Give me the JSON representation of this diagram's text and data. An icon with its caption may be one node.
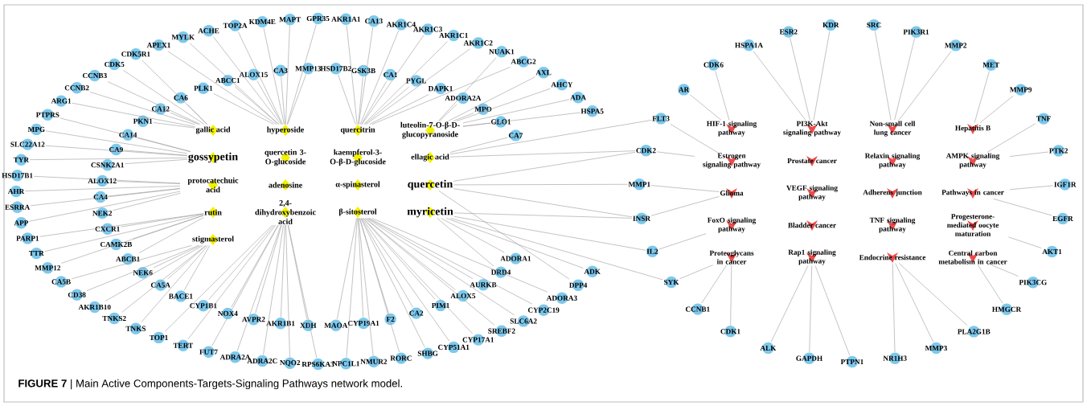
{
  "diagram": {
    "caption": "**FIGURE 7** | Main Active Components-Targets-Signaling Pathways network model.",
    "nodes": [
      {
        "text": [
          "GPR35"
        ]
      },
      {
        "text": [
          "AKR1A1"
        ]
      },
      {
        "text": [
          "CA13"
        ]
      },
      {
        "text": [
          "AKR1C4"
        ]
      },
      {
        "text": [
          "AKR1C3"
        ]
      },
      {
        "text": [
          "AKR1C1"
        ]
      },
      {
        "text": [
          "AKR1C2"
        ]
      },
      {
        "text": [
          "NUAK1"
        ]
      },
      {
        "text": [
          "ABCG2"
        ]
      },
      {
        "text": [
          "AXL"
        ]
      },
      {
        "text": [
          "AHCY"
        ]
      },
      {
        "text": [
          "ADA"
        ]
      },
      {
        "text": [
          "HSPA5"
        ]
      },
      {
        "text": [
          "ADK"
        ]
      },
      {
        "text": [
          "DPP4"
        ]
      },
      {
        "text": [
          "ADORA3"
        ]
      },
      {
        "text": [
          "CYP2C19"
        ]
      },
      {
        "text": [
          "SLC6A2"
        ]
      },
      {
        "text": [
          "SREBF2"
        ]
      },
      {
        "text": [
          "CYP17A1"
        ]
      },
      {
        "text": [
          "CYP51A1"
        ]
      },
      {
        "text": [
          "SHBG"
        ]
      },
      {
        "text": [
          "RORC"
        ]
      },
      {
        "text": [
          "NMUR2"
        ]
      },
      {
        "text": [
          "NPC1L1"
        ]
      },
      {
        "text": [
          "RPS6KA3"
        ]
      },
      {
        "text": [
          "NQO2"
        ]
      },
      {
        "text": [
          "ADRA2C"
        ]
      },
      {
        "text": [
          "ADRA2A"
        ]
      },
      {
        "text": [
          "FUT7"
        ]
      },
      {
        "text": [
          "TERT"
        ]
      },
      {
        "text": [
          "TOP1"
        ]
      },
      {
        "text": [
          "TNKS"
        ]
      },
      {
        "text": [
          "TNKS2"
        ]
      },
      {
        "text": [
          "AKR1B10"
        ]
      },
      {
        "text": [
          "CD38"
        ]
      },
      {
        "text": [
          "CA5B"
        ]
      },
      {
        "text": [
          "MMP12"
        ]
      },
      {
        "text": [
          "TTR"
        ]
      },
      {
        "text": [
          "PARP1"
        ]
      },
      {
        "text": [
          "APP"
        ]
      },
      {
        "text": [
          "ESRRA"
        ]
      },
      {
        "text": [
          "AHR"
        ]
      },
      {
        "text": [
          "HSD17B1"
        ]
      },
      {
        "text": [
          "TYR"
        ]
      },
      {
        "text": [
          "SLC22A12"
        ]
      },
      {
        "text": [
          "MPG"
        ]
      },
      {
        "text": [
          "PTPRS"
        ]
      },
      {
        "text": [
          "ARG1"
        ]
      },
      {
        "text": [
          "CCNB2"
        ]
      },
      {
        "text": [
          "CCNB3"
        ]
      },
      {
        "text": [
          "CDK5"
        ]
      },
      {
        "text": [
          "CDK5R1"
        ]
      },
      {
        "text": [
          "APEX1"
        ]
      },
      {
        "text": [
          "MYLK"
        ]
      },
      {
        "text": [
          "ACHE"
        ]
      },
      {
        "text": [
          "TOP2A"
        ]
      },
      {
        "text": [
          "KDM4E"
        ]
      },
      {
        "text": [
          "MAPT"
        ]
      },
      {
        "text": [
          "CA3"
        ]
      },
      {
        "text": [
          "MMP13"
        ]
      },
      {
        "text": [
          "HSD17B2"
        ]
      },
      {
        "text": [
          "GSK3B"
        ]
      },
      {
        "text": [
          "CA1"
        ]
      },
      {
        "text": [
          "PYGL"
        ]
      },
      {
        "text": [
          "DAPK1"
        ]
      },
      {
        "text": [
          "ADORA2A"
        ]
      },
      {
        "text": [
          "MPO"
        ]
      },
      {
        "text": [
          "GLO1"
        ]
      },
      {
        "text": [
          "CA7"
        ]
      },
      {
        "text": [
          "ADORA1"
        ]
      },
      {
        "text": [
          "DRD4"
        ]
      },
      {
        "text": [
          "AURKB"
        ]
      },
      {
        "text": [
          "ALOX5"
        ]
      },
      {
        "text": [
          "PIM1"
        ]
      },
      {
        "text": [
          "CA2"
        ]
      },
      {
        "text": [
          "F2"
        ]
      },
      {
        "text": [
          "CYP19A1"
        ]
      },
      {
        "text": [
          "MAOA"
        ]
      },
      {
        "text": [
          "XDH"
        ]
      },
      {
        "text": [
          "AKR1B1"
        ]
      },
      {
        "text": [
          "AVPR2"
        ]
      },
      {
        "text": [
          "NOX4"
        ]
      },
      {
        "text": [
          "CYP1B1"
        ]
      },
      {
        "text": [
          "BACE1"
        ]
      },
      {
        "text": [
          "CA5A"
        ]
      },
      {
        "text": [
          "NEK6"
        ]
      },
      {
        "text": [
          "ABCB1"
        ]
      },
      {
        "text": [
          "CAMK2B"
        ]
      },
      {
        "text": [
          "CXCR1"
        ]
      },
      {
        "text": [
          "NEK2"
        ]
      },
      {
        "text": [
          "CA4"
        ]
      },
      {
        "text": [
          "ALOX12"
        ]
      },
      {
        "text": [
          "CSNK2A1"
        ]
      },
      {
        "text": [
          "CA9"
        ]
      },
      {
        "text": [
          "CA14"
        ]
      },
      {
        "text": [
          "PKN1"
        ]
      },
      {
        "text": [
          "CA12"
        ]
      },
      {
        "text": [
          "CA6"
        ]
      },
      {
        "text": [
          "PLK1"
        ]
      },
      {
        "text": [
          "ABCC1"
        ]
      },
      {
        "text": [
          "ALOX15"
        ]
      },
      {
        "text": [
          "gallic acid"
        ]
      },
      {
        "text": [
          "hyperoside"
        ]
      },
      {
        "text": [
          "quercitrin"
        ]
      },
      {
        "text": [
          "luteolin-7-O-β-D-glucopyranoside"
        ]
      },
      {
        "text": [
          "gossypetin"
        ]
      },
      {
        "text": [
          "quercetin 3-O-glucoside"
        ]
      },
      {
        "text": [
          "kaempferol-3-O-β-D-glucoside"
        ]
      },
      {
        "text": [
          "ellagic acid"
        ]
      },
      {
        "text": [
          "protocatechuic acid"
        ]
      },
      {
        "text": [
          "adenosine"
        ]
      },
      {
        "text": [
          "α-spinasterol"
        ]
      },
      {
        "text": [
          "quercetin"
        ]
      },
      {
        "text": [
          "rutin"
        ]
      },
      {
        "text": [
          "2,4-dihydroxybenzoic acid"
        ]
      },
      {
        "text": [
          "β-sitosterol"
        ]
      },
      {
        "text": [
          "myricetin"
        ]
      },
      {
        "text": [
          "stigmasterol"
        ]
      },
      {
        "text": [
          "HSPA1A"
        ]
      },
      {
        "text": [
          "ESR2"
        ]
      },
      {
        "text": [
          "KDR"
        ]
      },
      {
        "text": [
          "SRC"
        ]
      },
      {
        "text": [
          "PIK3R1"
        ]
      },
      {
        "text": [
          "MMP2"
        ]
      },
      {
        "text": [
          "MET"
        ]
      },
      {
        "text": [
          "MMP9"
        ]
      },
      {
        "text": [
          "TNF"
        ]
      },
      {
        "text": [
          "PTK2"
        ]
      },
      {
        "text": [
          "IGF1R"
        ]
      },
      {
        "text": [
          "EGFR"
        ]
      },
      {
        "text": [
          "AKT1"
        ]
      },
      {
        "text": [
          "PIK3CG"
        ]
      },
      {
        "text": [
          "HMGCR"
        ]
      },
      {
        "text": [
          "PLA2G1B"
        ]
      },
      {
        "text": [
          "MMP3"
        ]
      },
      {
        "text": [
          "NR1H3"
        ]
      },
      {
        "text": [
          "PTPN1"
        ]
      },
      {
        "text": [
          "GAPDH"
        ]
      },
      {
        "text": [
          "ALK"
        ]
      },
      {
        "text": [
          "CDK1"
        ]
      },
      {
        "text": [
          "CCNB1"
        ]
      },
      {
        "text": [
          "SYK"
        ]
      },
      {
        "text": [
          "IL2"
        ]
      },
      {
        "text": [
          "INSR"
        ]
      },
      {
        "text": [
          "MMP1"
        ]
      },
      {
        "text": [
          "CDK2"
        ]
      },
      {
        "text": [
          "FLT3"
        ]
      },
      {
        "text": [
          "AR"
        ]
      },
      {
        "text": [
          "CDK6"
        ]
      },
      {
        "text": [
          "HIF-1 signaling pathway"
        ]
      },
      {
        "text": [
          "PI3K-Akt signaling pathway"
        ]
      },
      {
        "text": [
          "Non-small cell lung cancer"
        ]
      },
      {
        "text": [
          "Hepatitis B"
        ]
      },
      {
        "text": [
          "Estrogen signaling pathway"
        ]
      },
      {
        "text": [
          "Prostate cancer"
        ]
      },
      {
        "text": [
          "Relaxin signaling pathway"
        ]
      },
      {
        "text": [
          "AMPK signaling pathway"
        ]
      },
      {
        "text": [
          "Glioma"
        ]
      },
      {
        "text": [
          "VEGF signaling pathway"
        ]
      },
      {
        "text": [
          "Adherens junction"
        ]
      },
      {
        "text": [
          "Pathways in cancer"
        ]
      },
      {
        "text": [
          "FoxO signaling pathway"
        ]
      },
      {
        "text": [
          "Bladder cancer"
        ]
      },
      {
        "text": [
          "TNF signaling pathway"
        ]
      },
      {
        "text": [
          "Progesterone-mediated oocyte maturation"
        ]
      },
      {
        "text": [
          "Proteoglycans in cancer"
        ]
      },
      {
        "text": [
          "Rap1 signaling pathway"
        ]
      },
      {
        "text": [
          "Endocrine resistance"
        ]
      },
      {
        "text": [
          "Central carbon metabolism in cancer"
        ]
      }
    ],
    "edges": [
      {
        "from": 0,
        "to": 103,
        "arrow": "none"
      },
      {
        "from": 1,
        "to": 104,
        "arrow": "none"
      },
      {
        "from": 2,
        "to": 104,
        "arrow": "none"
      },
      {
        "from": 3,
        "to": 104,
        "arrow": "none"
      },
      {
        "from": 4,
        "to": 104,
        "arrow": "none"
      },
      {
        "from": 5,
        "to": 104,
        "arrow": "none"
      },
      {
        "from": 6,
        "to": 104,
        "arrow": "none"
      },
      {
        "from": 7,
        "to": 105,
        "arrow": "none"
      },
      {
        "from": 8,
        "to": 104,
        "arrow": "none"
      },
      {
        "from": 9,
        "to": 105,
        "arrow": "none"
      },
      {
        "from": 10,
        "to": 105,
        "arrow": "none"
      },
      {
        "from": 11,
        "to": 105,
        "arrow": "none"
      },
      {
        "from": 12,
        "to": 105,
        "arrow": "none"
      },
      {
        "from": 13,
        "to": 117,
        "arrow": "none"
      },
      {
        "from": 14,
        "to": 113,
        "arrow": "none"
      },
      {
        "from": 15,
        "to": 116,
        "arrow": "none"
      },
      {
        "from": 16,
        "to": 116,
        "arrow": "none"
      },
      {
        "from": 17,
        "to": 116,
        "arrow": "none"
      },
      {
        "from": 18,
        "to": 116,
        "arrow": "none"
      },
      {
        "from": 19,
        "to": 116,
        "arrow": "none"
      },
      {
        "from": 20,
        "to": 116,
        "arrow": "none"
      },
      {
        "from": 21,
        "to": 116,
        "arrow": "none"
      },
      {
        "from": 22,
        "to": 116,
        "arrow": "none"
      },
      {
        "from": 23,
        "to": 116,
        "arrow": "none"
      },
      {
        "from": 24,
        "to": 116,
        "arrow": "none"
      },
      {
        "from": 25,
        "to": 115,
        "arrow": "none"
      },
      {
        "from": 26,
        "to": 115,
        "arrow": "none"
      },
      {
        "from": 27,
        "to": 115,
        "arrow": "none"
      },
      {
        "from": 28,
        "to": 115,
        "arrow": "none"
      },
      {
        "from": 29,
        "to": 115,
        "arrow": "none"
      },
      {
        "from": 30,
        "to": 115,
        "arrow": "none"
      },
      {
        "from": 31,
        "to": 115,
        "arrow": "none"
      },
      {
        "from": 32,
        "to": 118,
        "arrow": "none"
      },
      {
        "from": 33,
        "to": 118,
        "arrow": "none"
      },
      {
        "from": 34,
        "to": 118,
        "arrow": "none"
      },
      {
        "from": 35,
        "to": 118,
        "arrow": "none"
      },
      {
        "from": 36,
        "to": 118,
        "arrow": "none"
      },
      {
        "from": 37,
        "to": 114,
        "arrow": "none"
      },
      {
        "from": 38,
        "to": 114,
        "arrow": "none"
      },
      {
        "from": 39,
        "to": 114,
        "arrow": "none"
      },
      {
        "from": 40,
        "to": 110,
        "arrow": "none"
      },
      {
        "from": 41,
        "to": 110,
        "arrow": "none"
      },
      {
        "from": 42,
        "to": 110,
        "arrow": "none"
      },
      {
        "from": 43,
        "to": 110,
        "arrow": "none"
      },
      {
        "from": 44,
        "to": 106,
        "arrow": "none"
      },
      {
        "from": 45,
        "to": 106,
        "arrow": "none"
      },
      {
        "from": 46,
        "to": 106,
        "arrow": "none"
      },
      {
        "from": 47,
        "to": 106,
        "arrow": "none"
      },
      {
        "from": 48,
        "to": 102,
        "arrow": "none"
      },
      {
        "from": 49,
        "to": 102,
        "arrow": "none"
      },
      {
        "from": 50,
        "to": 102,
        "arrow": "none"
      },
      {
        "from": 51,
        "to": 102,
        "arrow": "none"
      },
      {
        "from": 52,
        "to": 102,
        "arrow": "none"
      },
      {
        "from": 53,
        "to": 103,
        "arrow": "none"
      },
      {
        "from": 54,
        "to": 103,
        "arrow": "none"
      },
      {
        "from": 55,
        "to": 103,
        "arrow": "none"
      },
      {
        "from": 56,
        "to": 103,
        "arrow": "none"
      },
      {
        "from": 57,
        "to": 103,
        "arrow": "none"
      },
      {
        "from": 58,
        "to": 103,
        "arrow": "none"
      },
      {
        "from": 59,
        "to": 103,
        "arrow": "none"
      },
      {
        "from": 60,
        "to": 103,
        "arrow": "none"
      },
      {
        "from": 61,
        "to": 104,
        "arrow": "none"
      },
      {
        "from": 62,
        "to": 104,
        "arrow": "none"
      },
      {
        "from": 63,
        "to": 104,
        "arrow": "none"
      },
      {
        "from": 64,
        "to": 104,
        "arrow": "none"
      },
      {
        "from": 65,
        "to": 104,
        "arrow": "none"
      },
      {
        "from": 66,
        "to": 105,
        "arrow": "none"
      },
      {
        "from": 67,
        "to": 105,
        "arrow": "none"
      },
      {
        "from": 68,
        "to": 105,
        "arrow": "none"
      },
      {
        "from": 69,
        "to": 109,
        "arrow": "none"
      },
      {
        "from": 70,
        "to": 117,
        "arrow": "none"
      },
      {
        "from": 71,
        "to": 117,
        "arrow": "none"
      },
      {
        "from": 72,
        "to": 116,
        "arrow": "none"
      },
      {
        "from": 73,
        "to": 116,
        "arrow": "none"
      },
      {
        "from": 74,
        "to": 116,
        "arrow": "none"
      },
      {
        "from": 75,
        "to": 116,
        "arrow": "none"
      },
      {
        "from": 76,
        "to": 116,
        "arrow": "none"
      },
      {
        "from": 77,
        "to": 116,
        "arrow": "none"
      },
      {
        "from": 78,
        "to": 116,
        "arrow": "none"
      },
      {
        "from": 79,
        "to": 115,
        "arrow": "none"
      },
      {
        "from": 80,
        "to": 115,
        "arrow": "none"
      },
      {
        "from": 81,
        "to": 115,
        "arrow": "none"
      },
      {
        "from": 82,
        "to": 115,
        "arrow": "none"
      },
      {
        "from": 83,
        "to": 115,
        "arrow": "none"
      },
      {
        "from": 84,
        "to": 118,
        "arrow": "none"
      },
      {
        "from": 85,
        "to": 118,
        "arrow": "none"
      },
      {
        "from": 86,
        "to": 118,
        "arrow": "none"
      },
      {
        "from": 87,
        "to": 114,
        "arrow": "none"
      },
      {
        "from": 88,
        "to": 114,
        "arrow": "none"
      },
      {
        "from": 89,
        "to": 114,
        "arrow": "none"
      },
      {
        "from": 90,
        "to": 110,
        "arrow": "none"
      },
      {
        "from": 91,
        "to": 110,
        "arrow": "none"
      },
      {
        "from": 92,
        "to": 110,
        "arrow": "none"
      },
      {
        "from": 93,
        "to": 106,
        "arrow": "none"
      },
      {
        "from": 94,
        "to": 106,
        "arrow": "none"
      },
      {
        "from": 95,
        "to": 106,
        "arrow": "none"
      },
      {
        "from": 96,
        "to": 102,
        "arrow": "none"
      },
      {
        "from": 97,
        "to": 102,
        "arrow": "none"
      },
      {
        "from": 98,
        "to": 102,
        "arrow": "none"
      },
      {
        "from": 99,
        "to": 103,
        "arrow": "none"
      },
      {
        "from": 100,
        "to": 103,
        "arrow": "none"
      },
      {
        "from": 101,
        "to": 103,
        "arrow": "none"
      },
      {
        "from": 109,
        "to": 147,
        "arrow": "none"
      },
      {
        "from": 109,
        "to": 146,
        "arrow": "none"
      },
      {
        "from": 113,
        "to": 145,
        "arrow": "none"
      },
      {
        "from": 113,
        "to": 144,
        "arrow": "none"
      },
      {
        "from": 113,
        "to": 146,
        "arrow": "none"
      },
      {
        "from": 117,
        "to": 143,
        "arrow": "none"
      },
      {
        "from": 117,
        "to": 142,
        "arrow": "none"
      },
      {
        "from": 117,
        "to": 144,
        "arrow": "none"
      },
      {
        "from": 119,
        "to": 151,
        "arrow": "none"
      },
      {
        "from": 120,
        "to": 151,
        "arrow": "none"
      },
      {
        "from": 121,
        "to": 151,
        "arrow": "none"
      },
      {
        "from": 122,
        "to": 152,
        "arrow": "none"
      },
      {
        "from": 123,
        "to": 152,
        "arrow": "none"
      },
      {
        "from": 124,
        "to": 152,
        "arrow": "none"
      },
      {
        "from": 125,
        "to": 153,
        "arrow": "none"
      },
      {
        "from": 126,
        "to": 153,
        "arrow": "none"
      },
      {
        "from": 127,
        "to": 157,
        "arrow": "none"
      },
      {
        "from": 128,
        "to": 157,
        "arrow": "none"
      },
      {
        "from": 129,
        "to": 161,
        "arrow": "none"
      },
      {
        "from": 130,
        "to": 161,
        "arrow": "none"
      },
      {
        "from": 131,
        "to": 165,
        "arrow": "none"
      },
      {
        "from": 132,
        "to": 169,
        "arrow": "none"
      },
      {
        "from": 133,
        "to": 169,
        "arrow": "none"
      },
      {
        "from": 134,
        "to": 168,
        "arrow": "none"
      },
      {
        "from": 135,
        "to": 168,
        "arrow": "none"
      },
      {
        "from": 136,
        "to": 168,
        "arrow": "none"
      },
      {
        "from": 137,
        "to": 167,
        "arrow": "none"
      },
      {
        "from": 138,
        "to": 167,
        "arrow": "none"
      },
      {
        "from": 139,
        "to": 167,
        "arrow": "none"
      },
      {
        "from": 140,
        "to": 166,
        "arrow": "none"
      },
      {
        "from": 141,
        "to": 166,
        "arrow": "none"
      },
      {
        "from": 142,
        "to": 166,
        "arrow": "none"
      },
      {
        "from": 143,
        "to": 162,
        "arrow": "none"
      },
      {
        "from": 144,
        "to": 158,
        "arrow": "none"
      },
      {
        "from": 145,
        "to": 158,
        "arrow": "none"
      },
      {
        "from": 146,
        "to": 154,
        "arrow": "none"
      },
      {
        "from": 147,
        "to": 154,
        "arrow": "none"
      },
      {
        "from": 148,
        "to": 150,
        "arrow": "none"
      },
      {
        "from": 149,
        "to": 150,
        "arrow": "none"
      }
    ]
  }
}
